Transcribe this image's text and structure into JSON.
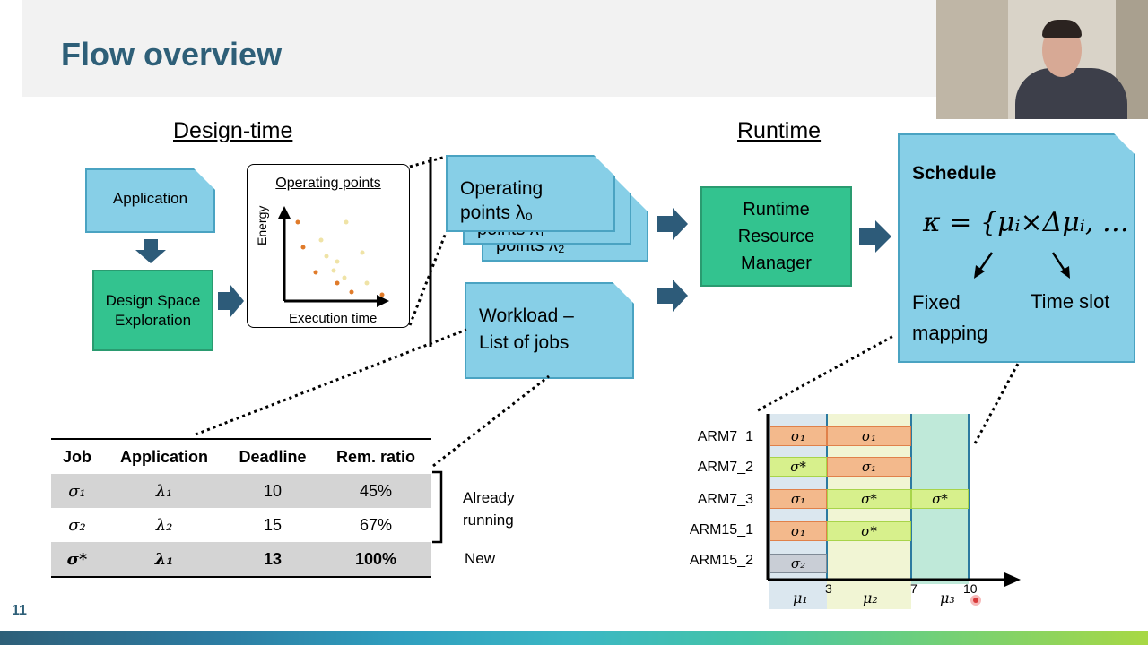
{
  "slide": {
    "title": "Flow overview",
    "page_number": "11"
  },
  "design_time": {
    "heading": "Design-time",
    "application": "Application",
    "dse": "Design Space Exploration",
    "plot": {
      "title": "Operating points",
      "ylabel": "Energy",
      "xlabel": "Execution time"
    },
    "op_points": {
      "front_label": "Operating",
      "front_sym": "points λ₀",
      "back1": "points λ₁",
      "back2": "points λ₂"
    },
    "workload": {
      "line1": "Workload –",
      "line2": "List of jobs"
    }
  },
  "runtime": {
    "heading": "Runtime",
    "rrm": "Runtime Resource Manager",
    "schedule": {
      "title": "Schedule",
      "formula": "κ = {μᵢ×Δμᵢ, … }",
      "fixed_mapping": "Fixed mapping",
      "time_slot": "Time slot"
    }
  },
  "job_table": {
    "headers": [
      "Job",
      "Application",
      "Deadline",
      "Rem. ratio"
    ],
    "rows": [
      {
        "job": "σ₁",
        "app": "λ₁",
        "deadline": "10",
        "ratio": "45%"
      },
      {
        "job": "σ₂",
        "app": "λ₂",
        "deadline": "15",
        "ratio": "67%"
      },
      {
        "job": "σ*",
        "app": "λ₁",
        "deadline": "13",
        "ratio": "100%"
      }
    ],
    "already_running": "Already running",
    "new": "New"
  },
  "gantt": {
    "lanes": [
      "ARM7_1",
      "ARM7_2",
      "ARM7_3",
      "ARM15_1",
      "ARM15_2"
    ],
    "ticks": [
      "3",
      "7",
      "10"
    ],
    "slots": [
      "μ₁",
      "μ₂",
      "μ₃"
    ],
    "cells": [
      "σ₁",
      "σ₁",
      "σ*",
      "σ₁",
      "σ₁",
      "σ*",
      "σ*",
      "σ₁",
      "σ*",
      "σ₂"
    ]
  }
}
